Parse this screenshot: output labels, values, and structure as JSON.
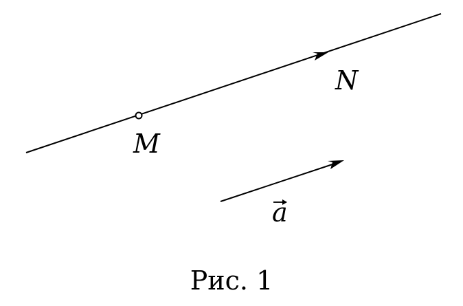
{
  "figure": {
    "point_m_label": "M",
    "point_n_label": "N",
    "vector_label": "a",
    "caption": "Рис. 1"
  },
  "colors": {
    "stroke": "#000000",
    "background": "#ffffff"
  }
}
